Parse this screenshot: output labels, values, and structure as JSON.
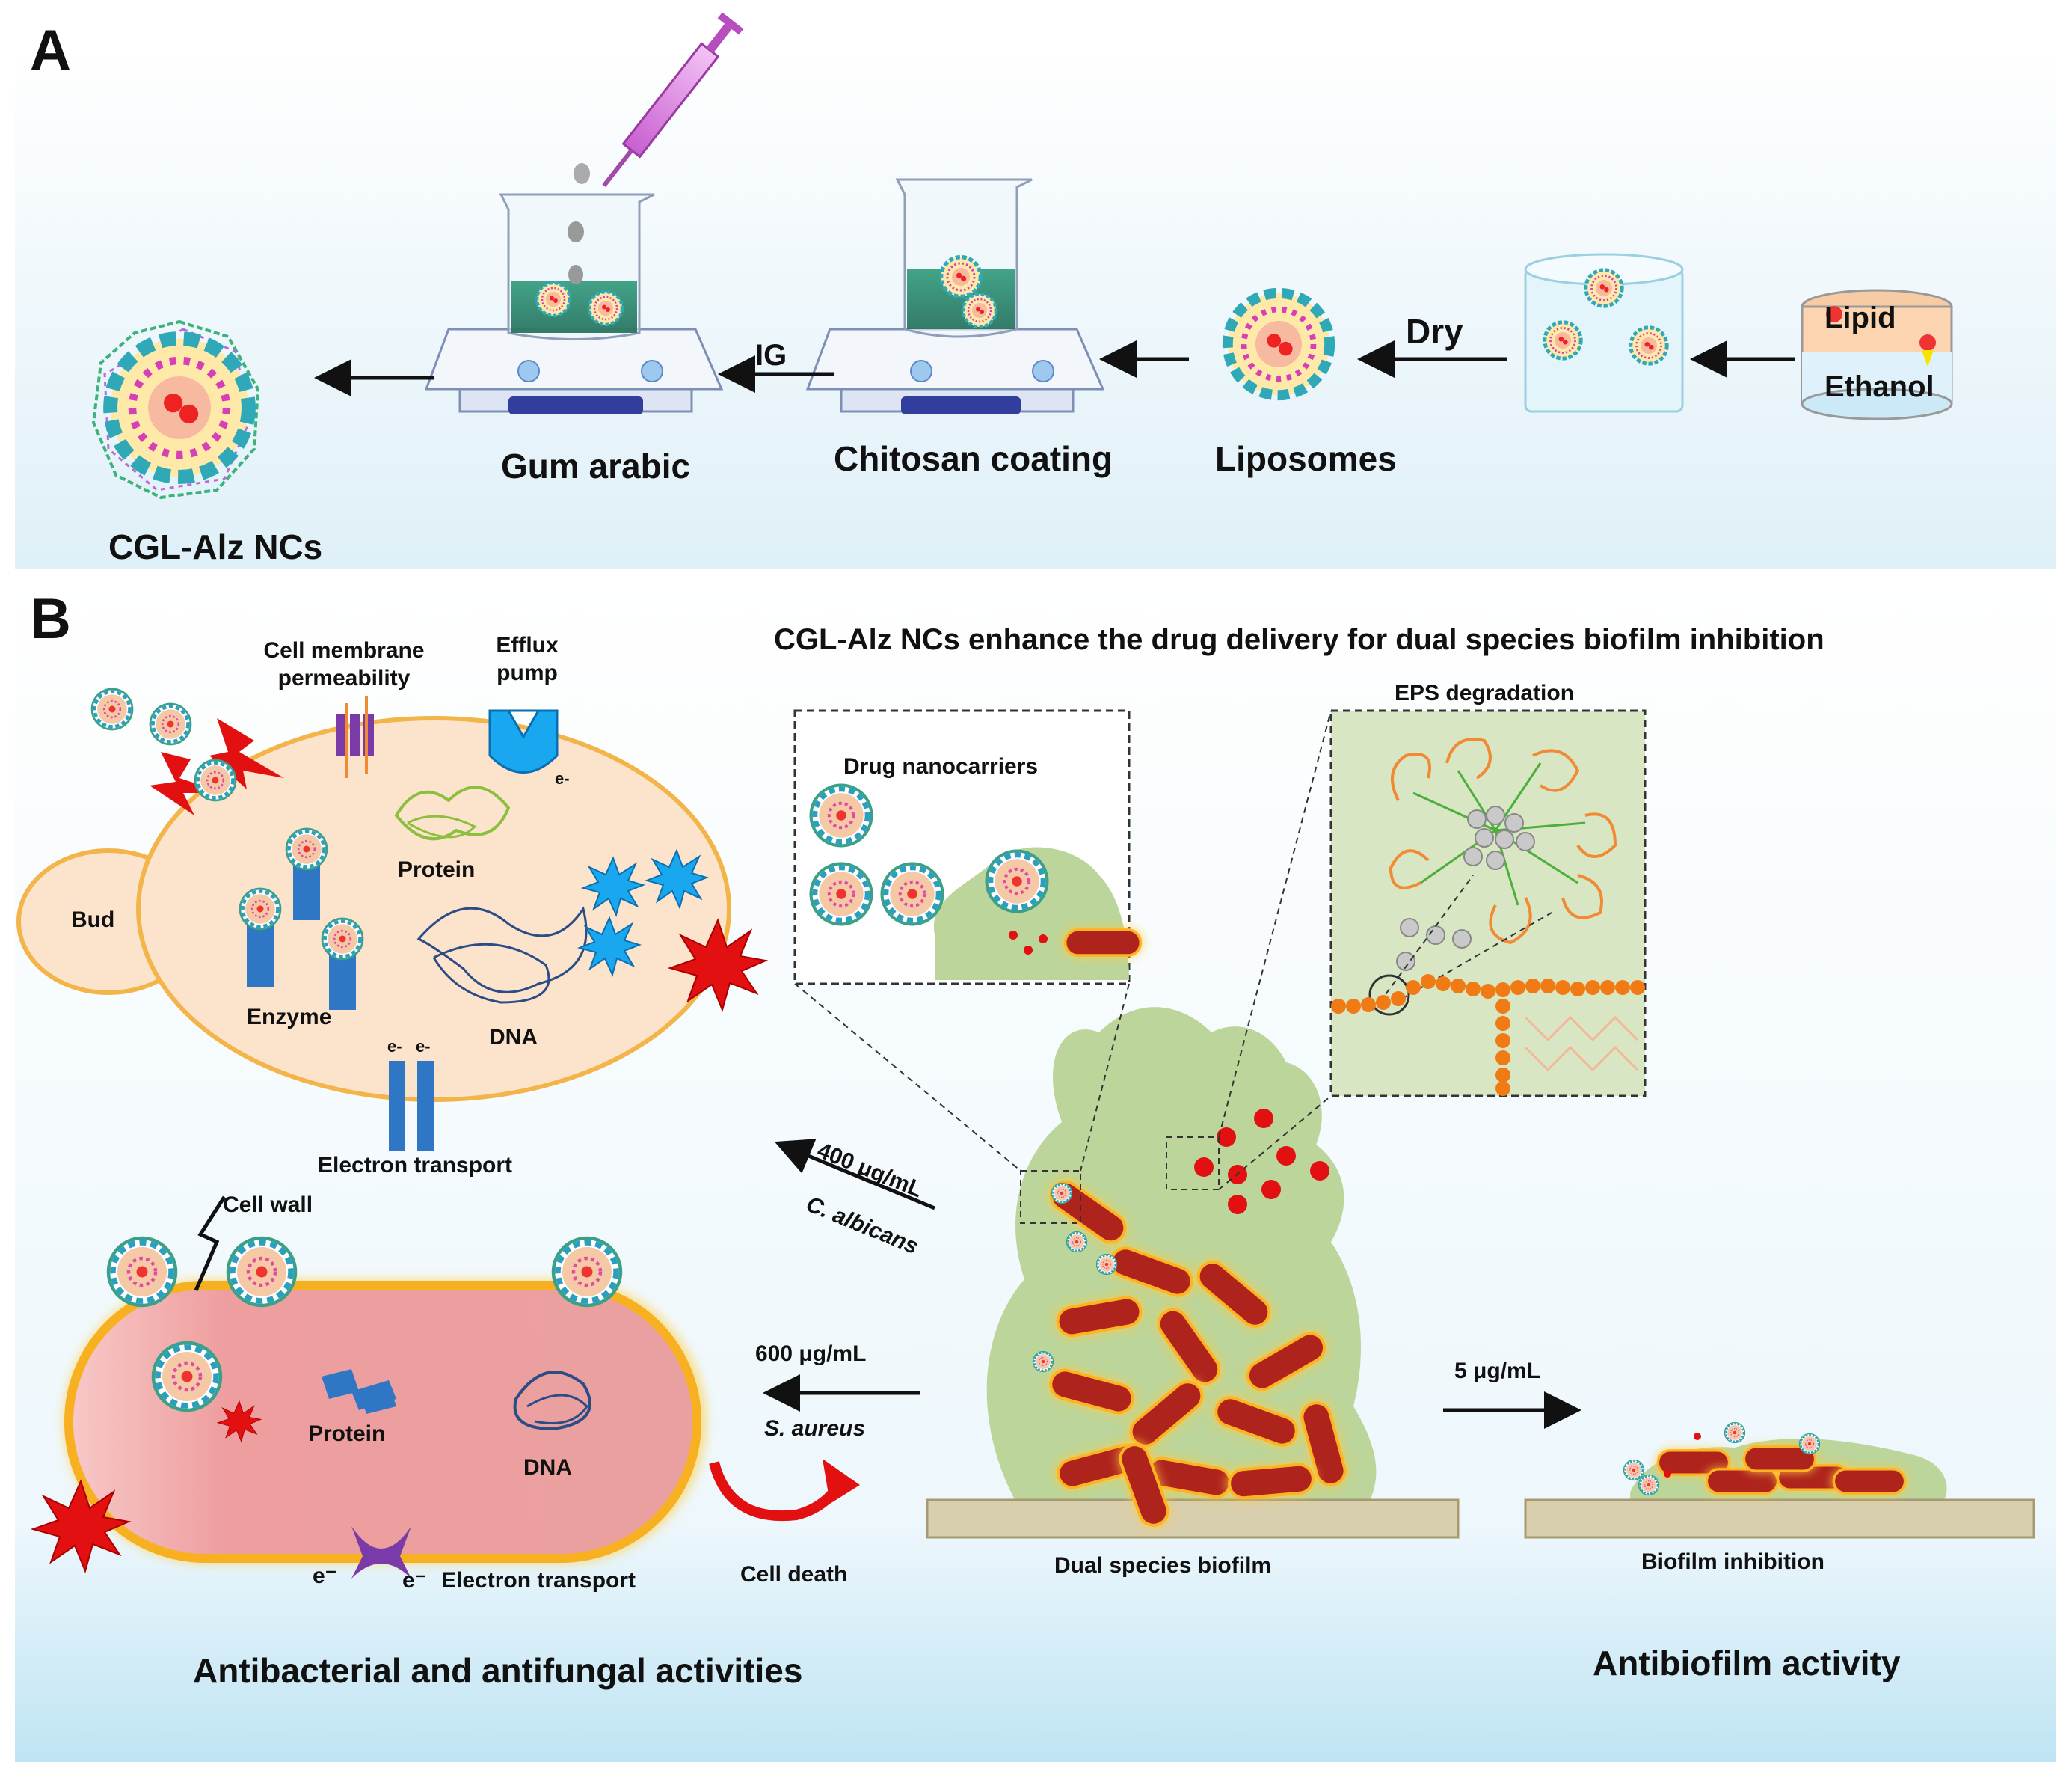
{
  "panel_a": {
    "letter": "A",
    "steps": {
      "final_product": "CGL-Alz NCs",
      "gum_arabic": "Gum arabic",
      "chitosan": "Chitosan coating",
      "liposomes": "Liposomes",
      "lipid": "Lipid",
      "ethanol": "Ethanol"
    },
    "arrows": {
      "ig": "IG",
      "dry": "Dry"
    }
  },
  "panel_b": {
    "letter": "B",
    "title": "CGL-Alz NCs enhance the drug delivery for dual species biofilm inhibition",
    "fungal_cell": {
      "cell_membrane": "Cell membrane",
      "permeability": "permeability",
      "efflux": "Efflux",
      "pump": "pump",
      "bud": "Bud",
      "protein": "Protein",
      "enzyme": "Enzyme",
      "dna": "DNA",
      "electron_transport": "Electron transport",
      "e_minus": "e-"
    },
    "bacterial_cell": {
      "cell_wall": "Cell wall",
      "protein": "Protein",
      "dna": "DNA",
      "electron_transport": "Electron transport",
      "e_minus": "e⁻",
      "cell_death": "Cell death"
    },
    "insets": {
      "drug_nanocarriers": "Drug nanocarriers",
      "eps_degradation": "EPS degradation"
    },
    "doses": {
      "fungal_conc": "400 μg/mL",
      "fungal_species": "C. albicans",
      "bacterial_conc": "600 μg/mL",
      "bacterial_species": "S. aureus",
      "biofilm_conc": "5 μg/mL"
    },
    "biofilm": {
      "dual": "Dual species biofilm",
      "inhibition": "Biofilm inhibition"
    },
    "sections": {
      "left": "Antibacterial and antifungal activities",
      "right": "Antibiofilm activity"
    }
  },
  "colors": {
    "rod": "#b0241d",
    "glow": "#ffb020",
    "biofilm_green": "#bcd59a",
    "cell_fill": "#fce3cc",
    "bact_fill": "#eea0a0",
    "blue_part": "#2f77c4",
    "burst_red": "#e21010",
    "burst_blue": "#19a8ef"
  }
}
